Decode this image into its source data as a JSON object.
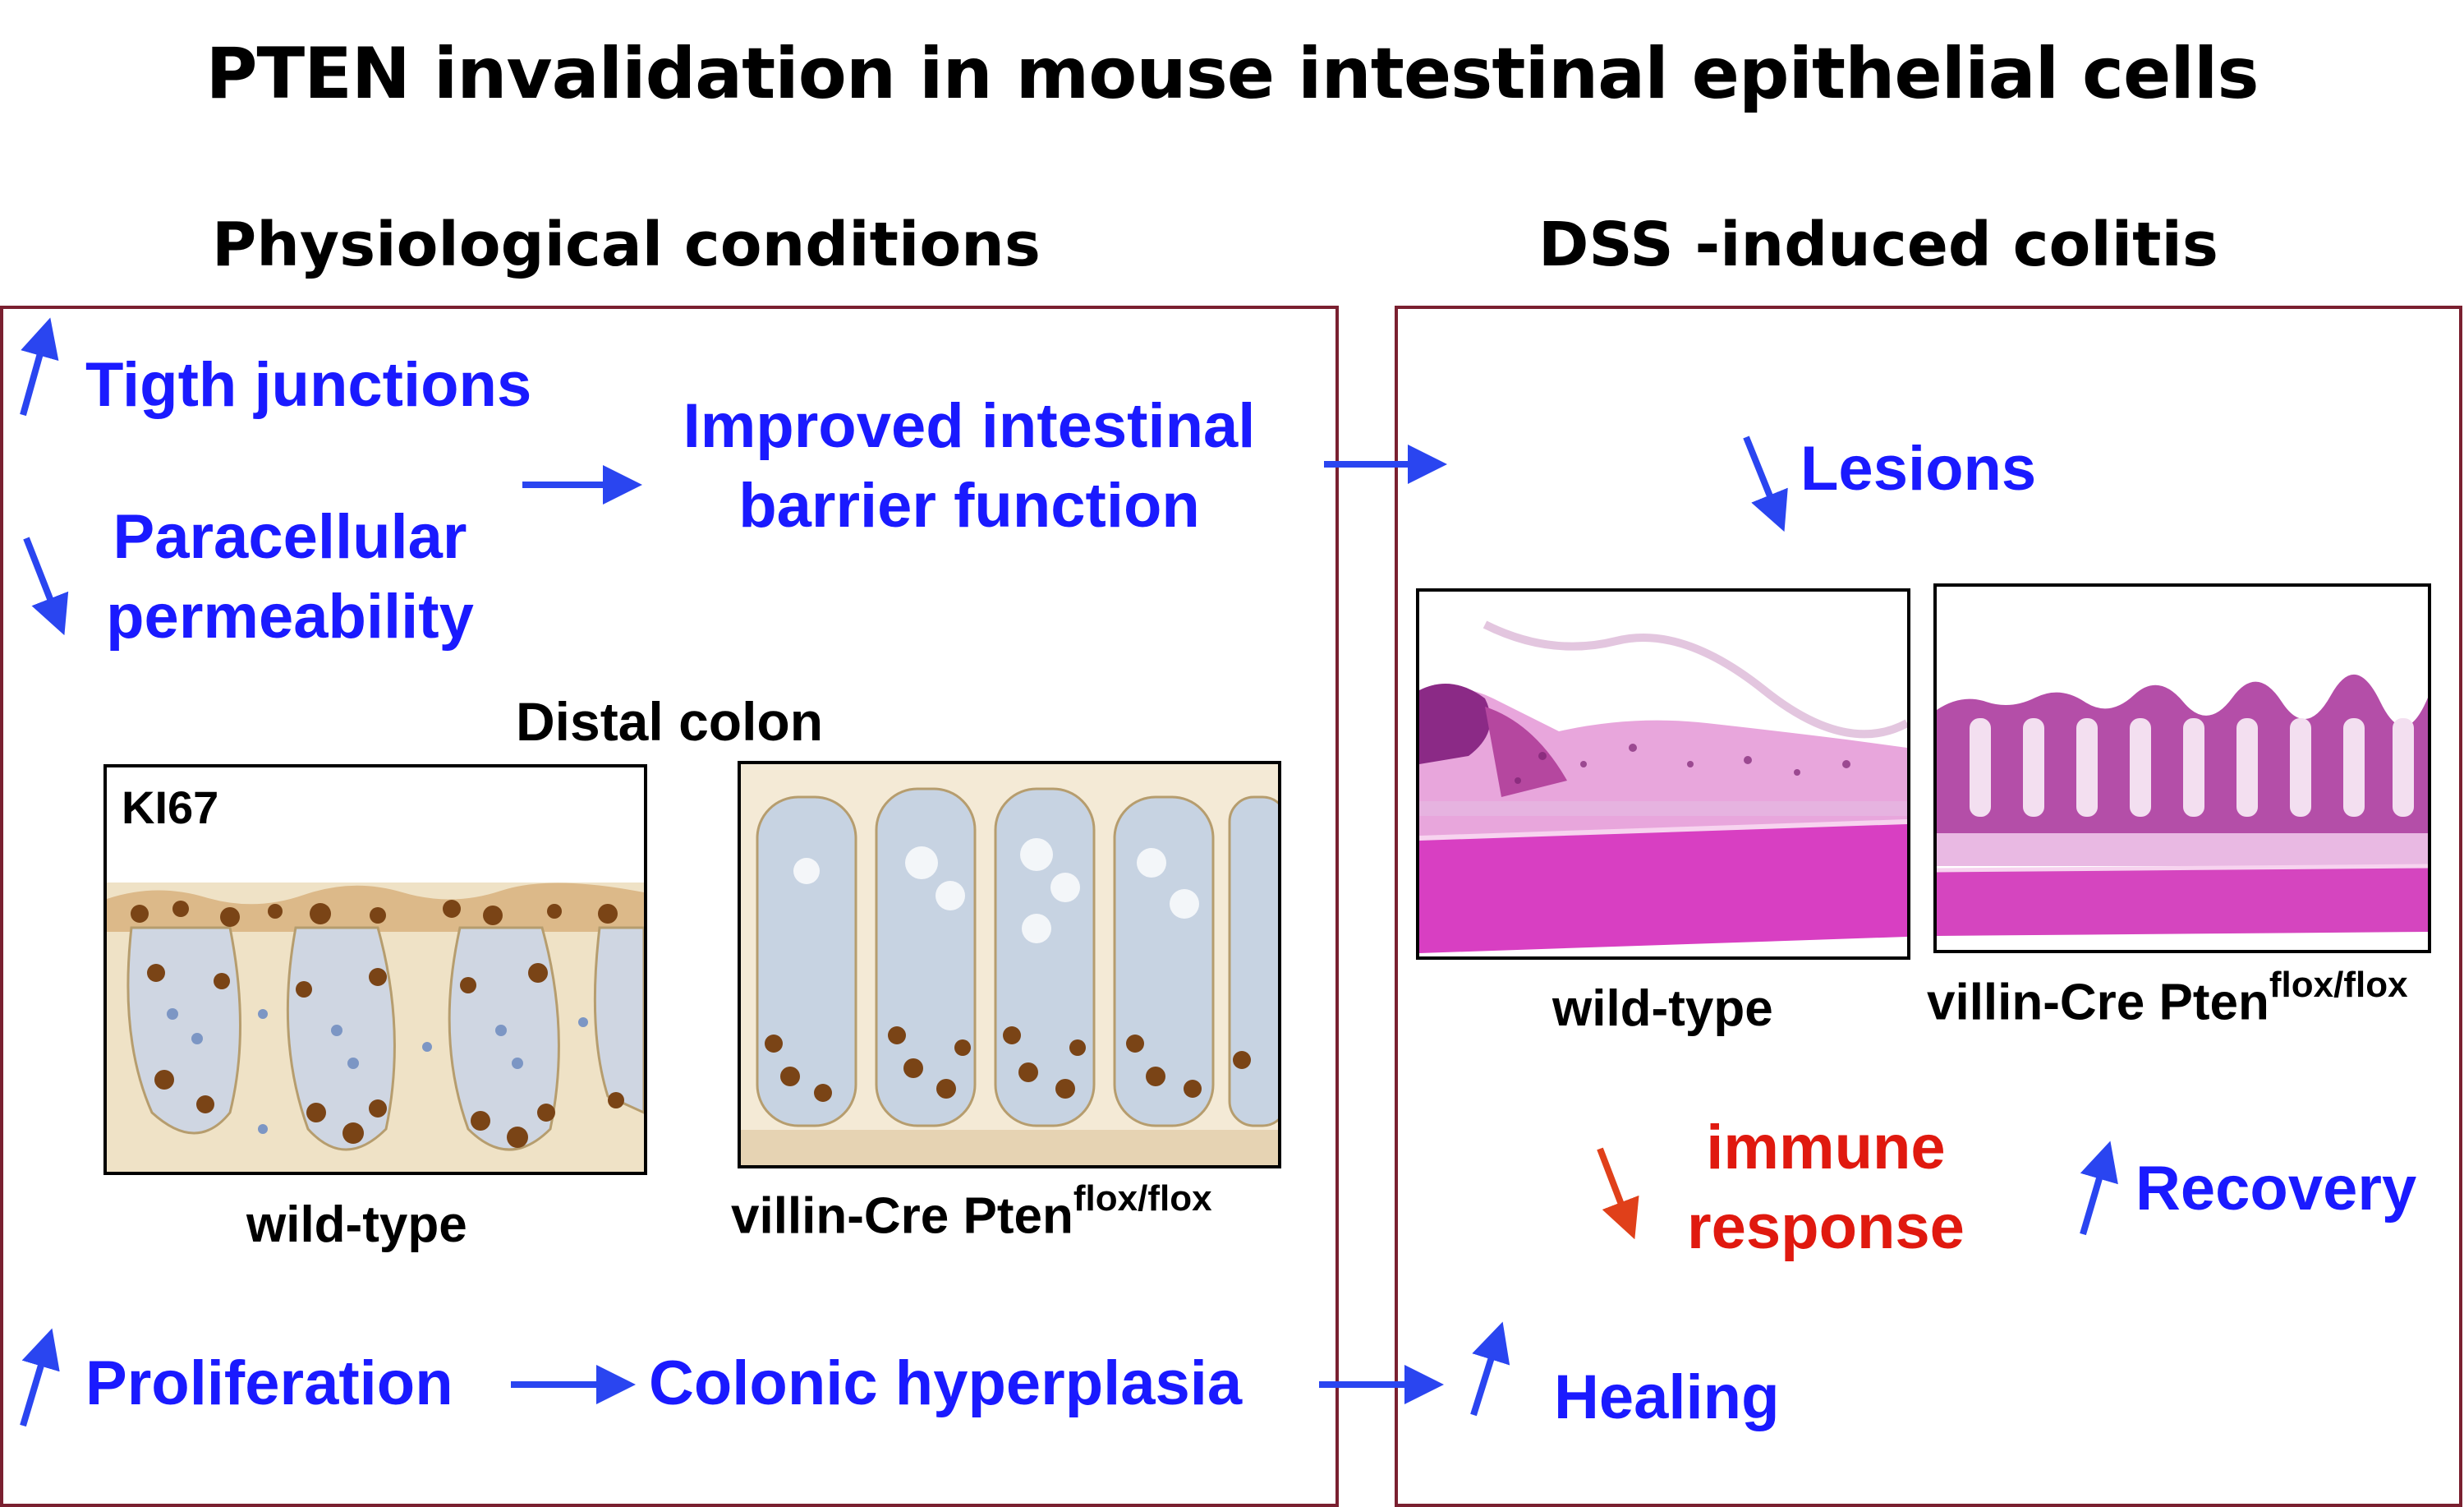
{
  "title": "PTEN invalidation in mouse intestinal epithelial cells",
  "left_panel": {
    "heading": "Physiological conditions",
    "tight_junctions": "Tigth junctions",
    "paracellular_line1": "Paracellular",
    "paracellular_line2": "permeability",
    "barrier_line1": "Improved intestinal",
    "barrier_line2": "barrier function",
    "distal_colon": "Distal colon",
    "ki67": "KI67",
    "wt_label": "wild-type",
    "ko_label_main": "villin-Cre Pten",
    "ko_label_sup": "flox/flox",
    "proliferation": "Proliferation",
    "hyperplasia": "Colonic hyperplasia"
  },
  "right_panel": {
    "heading": "DSS -induced colitis",
    "lesions": "Lesions",
    "wt_label": "wild-type",
    "ko_label_main": "villin-Cre Pten",
    "ko_label_sup": "flox/flox",
    "immune_line1": "immune",
    "immune_line2": "response",
    "recovery": "Recovery",
    "healing": "Healing"
  },
  "colors": {
    "blue_text": "#1a1aff",
    "red_text": "#e0190f",
    "box_border": "#7a2030",
    "arrow_blue": "#2a45f0",
    "arrow_red": "#e0401a"
  }
}
